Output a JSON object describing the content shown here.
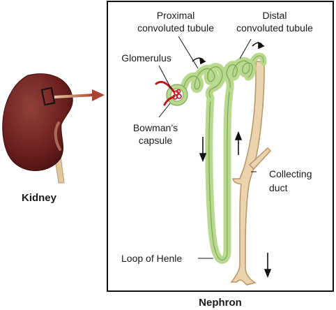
{
  "labels": {
    "kidney": "Kidney",
    "nephron": "Nephron",
    "proximal_line1": "Proximal",
    "proximal_line2": "convoluted tubule",
    "distal_line1": "Distal",
    "distal_line2": "convoluted tubule",
    "glomerulus": "Glomerulus",
    "bowmans_line1": "Bowman’s",
    "bowmans_line2": "capsule",
    "collecting_line1": "Collecting",
    "collecting_line2": "duct",
    "loop_of_henle": "Loop of Henle"
  },
  "colors": {
    "kidney": "#6b1e1e",
    "tubule": "#b9d98f",
    "duct": "#ead3ad",
    "arrow": "#8b3a26",
    "capillary": "#c0161b"
  }
}
